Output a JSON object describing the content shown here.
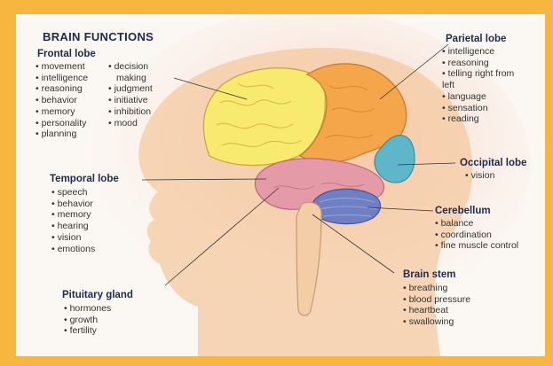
{
  "title": "BRAIN FUNCTIONS",
  "regions": {
    "frontal": {
      "label": "Frontal lobe",
      "col1": [
        "movement",
        "intelligence",
        "reasoning",
        "behavior",
        "memory",
        "personality",
        "planning"
      ],
      "col2": [
        "decision",
        "making",
        "judgment",
        "initiative",
        "inhibition",
        "mood"
      ]
    },
    "parietal": {
      "label": "Parietal lobe",
      "items": [
        "intelligence",
        "reasoning",
        "telling right from",
        "left",
        "language",
        "sensation",
        "reading"
      ]
    },
    "occipital": {
      "label": "Occipital lobe",
      "items": [
        "vision"
      ]
    },
    "temporal": {
      "label": "Temporal lobe",
      "items": [
        "speech",
        "behavior",
        "memory",
        "hearing",
        "vision",
        "emotions"
      ]
    },
    "cerebellum": {
      "label": "Cerebellum",
      "items": [
        "balance",
        "coordination",
        "fine muscle control"
      ]
    },
    "brainstem": {
      "label": "Brain stem",
      "items": [
        "breathing",
        "blood pressure",
        "heartbeat",
        "swallowing"
      ]
    },
    "pituitary": {
      "label": "Pituitary gland",
      "items": [
        "hormones",
        "growth",
        "fertility"
      ]
    }
  },
  "colors": {
    "frame": "#f6b640",
    "head": "#f4c9a2",
    "frontal": "#f7ea6e",
    "parietal": "#f5a54a",
    "temporal": "#e59aa8",
    "occipital": "#5fb6c8",
    "cerebellum": "#6f7fc4",
    "brainstem": "#f2cda6"
  }
}
